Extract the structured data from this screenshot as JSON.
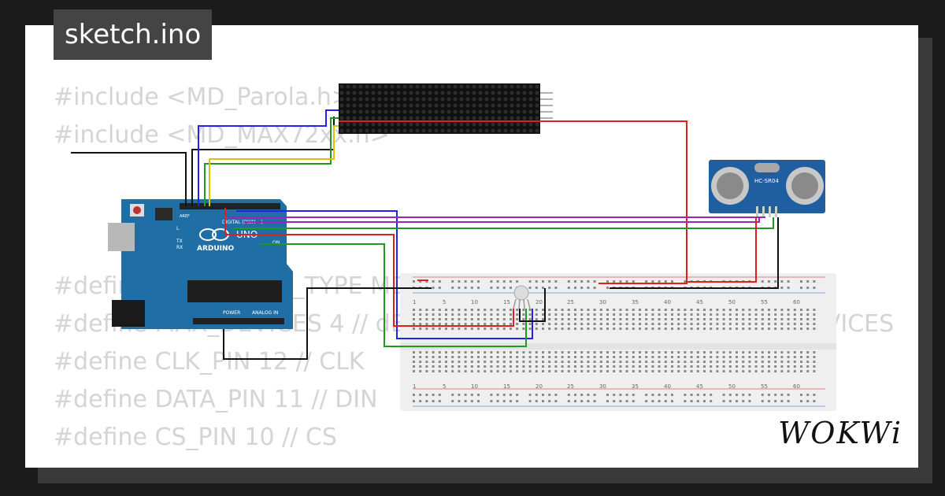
{
  "sketch_title": "sketch.ino",
  "code_lines": [
    "#include <MD_Parola.h>",
    "#include <MD_MAX72xx.h>",
    "#define HARDWARE_TYPE MD_MAX72XX::FC16_HW",
    "#define MAX_DEVICES 4 // dEFINED NUMBER OF CONNECTED DEVICES",
    "#define CLK_PIN 12 // CLK",
    "#define DATA_PIN 11 // DIN",
    "#define CS_PIN 10 // CS"
  ],
  "arduino": {
    "brand": "ARDUINO",
    "model": "UNO",
    "digital_label": "DIGITAL (PWM ~)",
    "power_label": "POWER",
    "analog_label": "ANALOG IN",
    "on_label": "ON",
    "l_label": "L",
    "tx_label": "TX",
    "rx_label": "RX",
    "aref_label": "AREF"
  },
  "sensor": {
    "label": "HC-SR04"
  },
  "breadboard": {
    "numbers": [
      "1",
      "5",
      "10",
      "15",
      "20",
      "25",
      "30",
      "35",
      "40",
      "45",
      "50",
      "55",
      "60"
    ]
  },
  "logo": "WOKWi",
  "colors": {
    "arduino_blue": "#1f6fa6",
    "wire_red": "#e02020",
    "wire_blue": "#2222ee",
    "wire_green": "#1e9a1e",
    "wire_purple": "#a020c0",
    "wire_yellow": "#e0c000",
    "wire_black": "#111111"
  }
}
